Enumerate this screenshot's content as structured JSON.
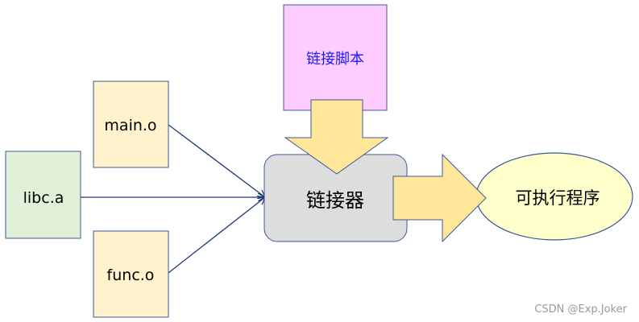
{
  "nodes": {
    "main_o": "main.o",
    "libc_a": "libc.a",
    "func_o": "func.o",
    "linker_script": "链接脚本",
    "linker": "链接器",
    "executable": "可执行程序"
  },
  "watermark": "CSDN @Exp.Joker",
  "colors": {
    "object_fill": "#fff2cc",
    "lib_fill": "#e2f0d9",
    "script_fill": "#ffccff",
    "linker_fill": "#dddddd",
    "arrow_fill": "#ffe699",
    "exe_fill": "#ffffcc",
    "border": "#2f4f8f",
    "script_text": "#1a1aff"
  }
}
